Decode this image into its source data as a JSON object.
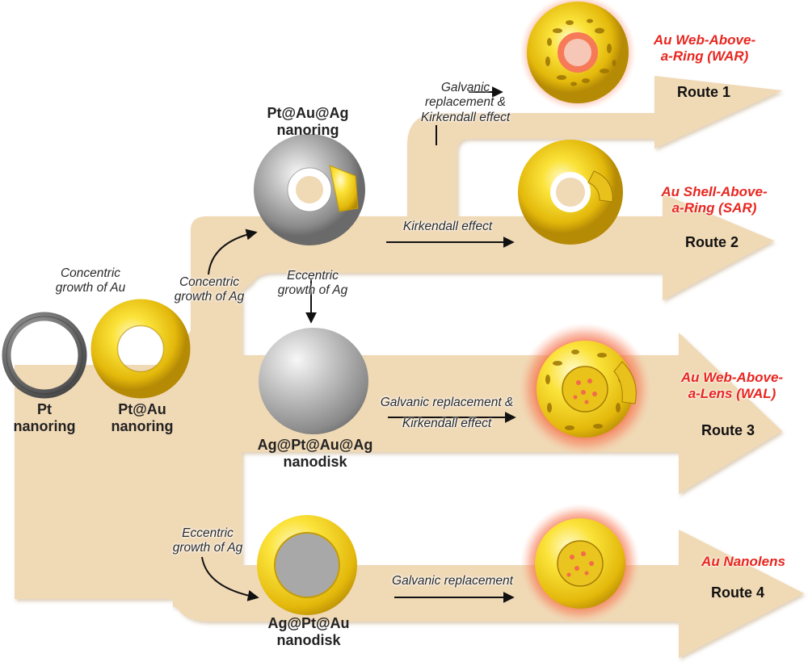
{
  "materials": {
    "pt_ring": [
      "Pt",
      "nanoring"
    ],
    "pt_au_ring": [
      "Pt@Au",
      "nanoring"
    ],
    "pt_au_ag_ring": [
      "Pt@Au@Ag",
      "nanoring"
    ],
    "ag_pt_au_ag_disk": [
      "Ag@Pt@Au@Ag",
      "nanodisk"
    ],
    "ag_pt_au_disk": [
      "Ag@Pt@Au",
      "nanodisk"
    ]
  },
  "processes": {
    "concentric_au": [
      "Concentric",
      "growth of Au"
    ],
    "concentric_ag": [
      "Concentric",
      "growth of Ag"
    ],
    "eccentric_ag_mid": [
      "Eccentric",
      "growth of Ag"
    ],
    "eccentric_ag_low": [
      "Eccentric",
      "growth of Ag"
    ],
    "route1": [
      "Galvanic",
      "replacement &",
      "Kirkendall effect"
    ],
    "route2": [
      "Kirkendall effect"
    ],
    "route3": [
      "Galvanic replacement &",
      "Kirkendall effect"
    ],
    "route4": [
      "Galvanic replacement"
    ]
  },
  "products": {
    "war": [
      "Au Web-Above-",
      "a-Ring (WAR)"
    ],
    "sar": [
      "Au Shell-Above-",
      "a-Ring (SAR)"
    ],
    "wal": [
      "Au Web-Above-",
      "a-Lens (WAL)"
    ],
    "nanolens": [
      "Au Nanolens"
    ]
  },
  "routes": [
    "Route 1",
    "Route 2",
    "Route 3",
    "Route 4"
  ],
  "colors": {
    "path": "#f0d9b5",
    "path_edge": "#d8b98c",
    "gold": "#f5d21c",
    "silver": "#a9a9a9",
    "platinum": "#6e6e6e",
    "product_text": "#e8261f",
    "glow": "#f4623a"
  }
}
